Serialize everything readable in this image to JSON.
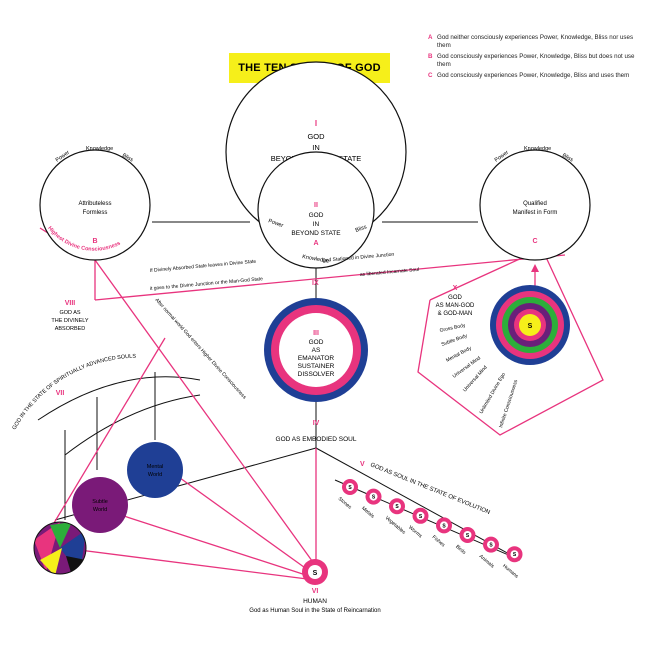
{
  "title": "THE TEN STATES OF GOD",
  "legend": [
    {
      "key": "A",
      "text": "God neither consciously experiences Power, Knowledge, Bliss nor uses them"
    },
    {
      "key": "B",
      "text": "God consciously experiences Power, Knowledge, Bliss but does not use them"
    },
    {
      "key": "C",
      "text": "God consciously experiences Power, Knowledge, Bliss and uses them"
    }
  ],
  "states": {
    "I": {
      "numeral": "I",
      "lines": [
        "GOD",
        "IN",
        "BEYOND BEYOND STATE"
      ]
    },
    "II": {
      "numeral": "II",
      "lines": [
        "GOD",
        "IN",
        "BEYOND STATE"
      ],
      "arc_left": "Power",
      "arc_mid": "Knowledge",
      "arc_right": "Bliss",
      "letter": "A"
    },
    "III": {
      "numeral": "III",
      "lines": [
        "GOD",
        "AS",
        "EMANATOR",
        "SUSTAINER",
        "DISSOLVER"
      ]
    },
    "IV": {
      "numeral": "IV",
      "label": "GOD AS EMBODIED SOUL"
    },
    "V": {
      "numeral": "V",
      "label": "GOD AS SOUL IN THE STATE OF EVOLUTION"
    },
    "VI": {
      "numeral": "VI",
      "label": "HUMAN",
      "sublabel": "God as Human Soul in the State of Reincarnation"
    },
    "VII": {
      "numeral": "VII",
      "label": "GOD IN THE STATE OF SPIRITUALLY ADVANCED SOULS"
    },
    "VIII": {
      "numeral": "VIII",
      "lines": [
        "GOD AS",
        "THE DIVINELY",
        "ABSORBED"
      ]
    },
    "IX": {
      "numeral": "IX"
    },
    "X": {
      "numeral": "X",
      "lines": [
        "GOD",
        "AS MAN-GOD",
        "& GOD-MAN"
      ]
    }
  },
  "left_circle": {
    "arc": [
      "Power",
      "Knowledge",
      "Bliss"
    ],
    "lines": [
      "Attributeless",
      "Formless"
    ],
    "bottom": "Highest Divine Consciousness",
    "letter": "B"
  },
  "right_circle": {
    "arc": [
      "Power",
      "Knowledge",
      "Bliss"
    ],
    "lines": [
      "Qualified",
      "Manifest in Form"
    ],
    "letter": "C"
  },
  "junction_texts": {
    "t1": "If Divinely Absorbed State leaves in Divine State",
    "t2": "it goes to the Divine Junction or the Man-God State",
    "t3": "God Stationed in Divine Junction",
    "t4": "as liberated Incarnate Soul",
    "diag": "After normal world God enters Higher Divine Consciousness"
  },
  "worlds": {
    "mental": [
      "Mental",
      "World"
    ],
    "subtle": [
      "Subtle",
      "World"
    ]
  },
  "man_god_center": "S",
  "bodies": [
    "Gross Body",
    "Subtle Body",
    "Mental Body",
    "Universal Mind",
    "Universal Mind",
    "Unlimited Divine Ego",
    "Infinite Consciousness"
  ],
  "evolution": [
    "Stones",
    "Metals",
    "Vegetables",
    "Worms",
    "Fishes",
    "Birds",
    "Animals",
    "Humans"
  ],
  "soul_letter": "S",
  "colors": {
    "pink": "#e8347e",
    "yellow": "#f6ef1a",
    "navy": "#1f3f95",
    "purple": "#7a1a78"
  }
}
